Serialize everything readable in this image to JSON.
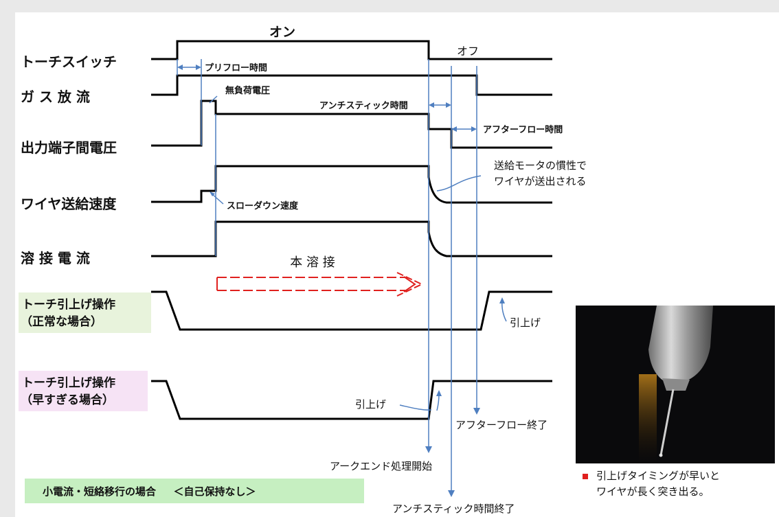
{
  "signals": {
    "torch_switch": "トーチスイッチ",
    "gas_flow": "ガ ス 放 流",
    "output_voltage": "出力端子間電圧",
    "wire_feed_speed": "ワイヤ送給速度",
    "weld_current": "溶 接 電 流",
    "lift_normal_1": "トーチ引上げ操作",
    "lift_normal_2": "（正常な場合）",
    "lift_early_1": "トーチ引上げ操作",
    "lift_early_2": "（早すぎる場合）"
  },
  "annotations": {
    "on": "オン",
    "off": "オフ",
    "preflow": "プリフロー時間",
    "no_load_voltage": "無負荷電圧",
    "antistick": "アンチスティック時間",
    "afterflow": "アフターフロー時間",
    "motor_inertia_1": "送給モータの慣性で",
    "motor_inertia_2": "ワイヤが送出される",
    "slowdown": "スローダウン速度",
    "main_weld": "本 溶 接",
    "lift_1": "引上げ",
    "lift_2": "引上げ",
    "afterflow_end": "アフターフロー終了",
    "arc_end_start": "アークエンド処理開始",
    "antistick_end": "アンチスティック時間終了"
  },
  "footer": {
    "condition": "小電流・短絡移行の場合 　 ＜自己保持なし＞"
  },
  "photo": {
    "caption_line1": "引上げタイミングが早いと",
    "caption_line2": "ワイヤが長く突き出る。"
  },
  "colors": {
    "signal": "#000000",
    "marker_line": "#4f7fc0",
    "main_weld_arrow": "#e0201e",
    "lift_normal_bg": "#e8f3dc",
    "lift_early_bg": "#f6e3f5",
    "footer_bg": "#c6efc1",
    "caption_bullet": "#e0201e"
  }
}
